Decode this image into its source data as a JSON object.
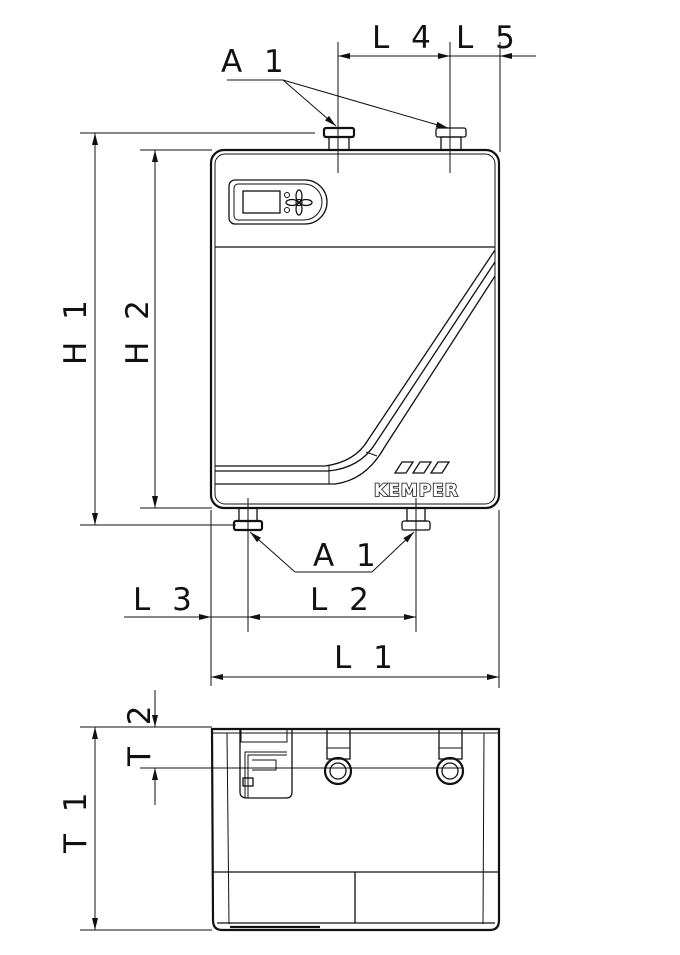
{
  "drawing": {
    "brand": "KEMPER",
    "labels": {
      "a1_top": "A 1",
      "l4": "L 4",
      "l5": "L 5",
      "h1": "H 1",
      "h2": "H 2",
      "a1_bottom": "A 1",
      "l3": "L 3",
      "l2": "L 2",
      "l1": "L 1",
      "t1": "T 1",
      "t2": "T 2"
    },
    "line_color": "#111111",
    "background": "#ffffff"
  }
}
